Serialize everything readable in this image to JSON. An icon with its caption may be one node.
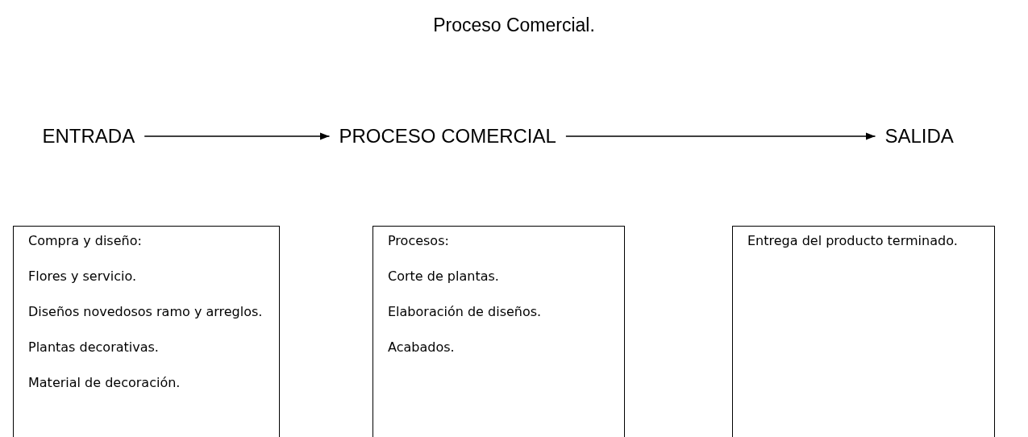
{
  "diagram": {
    "title": "Proceso Comercial.",
    "nodes": [
      {
        "text": [
          "ENTRADA"
        ]
      },
      {
        "text": [
          "PROCESO COMERCIAL"
        ]
      },
      {
        "text": [
          "SALIDA"
        ]
      },
      {
        "text": [
          "Compra y diseño:",
          "Flores y servicio.",
          "Diseños novedosos ramo y arreglos.",
          "Plantas decorativas.",
          "Material de decoración."
        ]
      },
      {
        "text": [
          "Procesos:",
          "Corte de plantas.",
          "Elaboración de diseños.",
          "Acabados."
        ]
      },
      {
        "text": [
          "Entrega del producto terminado."
        ]
      }
    ],
    "edges": [
      {
        "from": 0,
        "to": 1,
        "arrow": "to"
      },
      {
        "from": 1,
        "to": 2,
        "arrow": "to"
      }
    ]
  }
}
